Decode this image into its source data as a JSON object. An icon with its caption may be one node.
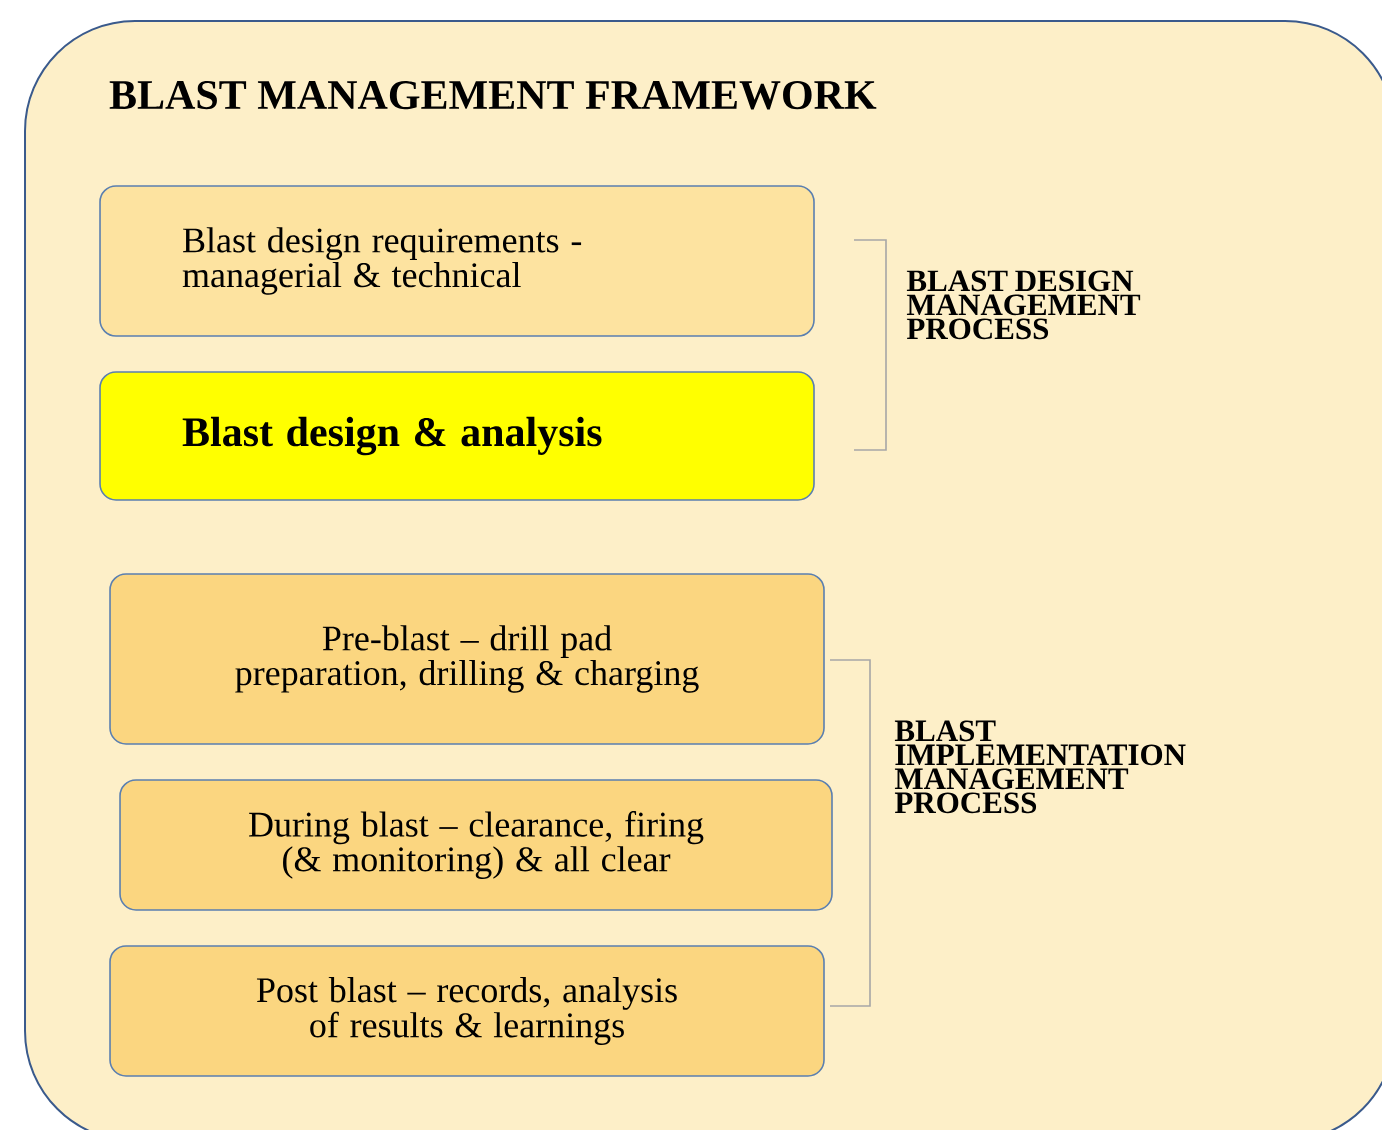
{
  "diagram": {
    "nodes": [
      {
        "text": [
          "BLAST MANAGEMENT FRAMEWORK"
        ]
      },
      {
        "text": [
          "Blast design requirements - managerial & technical"
        ],
        "in": 0
      },
      {
        "text": [
          "Blast design & analysis"
        ],
        "in": 0
      },
      {
        "text": [
          "Pre-blast – drill pad preparation, drilling & charging"
        ],
        "in": 0
      },
      {
        "text": [
          "During blast – clearance, firing (& monitoring) & all clear"
        ],
        "in": 0
      },
      {
        "text": [
          "Post blast – records, analysis of results & learnings"
        ],
        "in": 0
      }
    ],
    "labels": [
      "BLAST DESIGN MANAGEMENT PROCESS",
      "BLAST IMPLEMENTATION MANAGEMENT PROCESS"
    ]
  }
}
